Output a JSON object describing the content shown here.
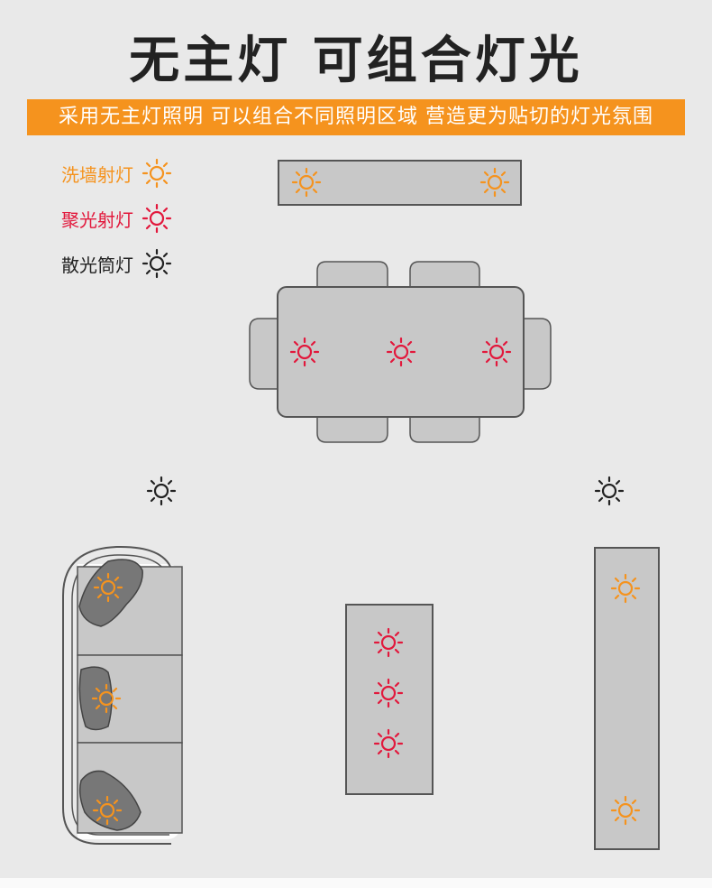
{
  "title": "无主灯 可组合灯光",
  "subtitle": "采用无主灯照明 可以组合不同照明区域 营造更为贴切的灯光氛围",
  "legend": [
    {
      "label": "洗墙射灯",
      "color": "#f5931e",
      "icon": "sun-icon"
    },
    {
      "label": "聚光射灯",
      "color": "#e2183c",
      "icon": "sun-icon"
    },
    {
      "label": "散光筒灯",
      "color": "#222222",
      "icon": "sun-icon"
    }
  ],
  "colors": {
    "wall_washer": "#f5931e",
    "spotlight": "#e2183c",
    "downlight": "#222222",
    "furniture": "#c8c8c8",
    "outline": "#555555",
    "background": "#e9e9e9"
  }
}
